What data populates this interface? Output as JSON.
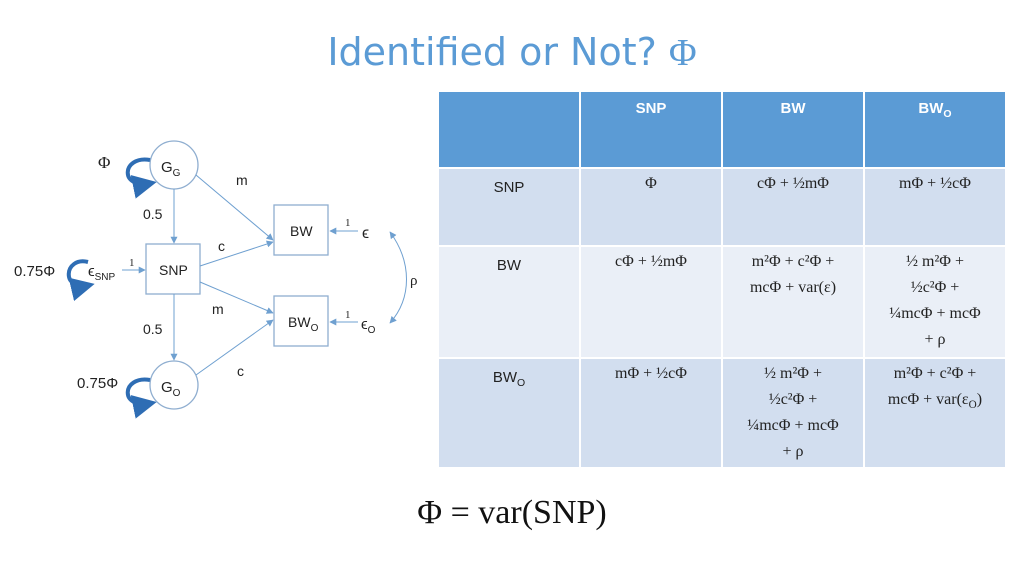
{
  "title": {
    "text": "Identified or Not? ",
    "symbol": "Φ"
  },
  "diagram": {
    "phi_label": "Φ",
    "gg_main": "G",
    "gg_sub": "G",
    "go_main": "G",
    "go_sub": "O",
    "snp_label": "SNP",
    "bw_label": "BW",
    "bwo_main": "BW",
    "bwo_sub": "O",
    "eps_snp_main": "ϵ",
    "eps_snp_sub": "SNP",
    "eps_bw": "ϵ",
    "eps_o_main": "ϵ",
    "eps_o_sub": "O",
    "var_snp": "0.75Φ",
    "var_go": "0.75Φ",
    "path_m_top": "m",
    "path_c_top": "c",
    "path_m_bottom": "m",
    "path_c_bottom": "c",
    "path_05_top": "0.5",
    "path_05_bottom": "0.5",
    "one_snp": "1",
    "one_bw": "1",
    "one_bwo": "1",
    "rho": "ρ"
  },
  "matrix": {
    "headers": {
      "snp": "SNP",
      "bw": "BW",
      "bwo_main": "BW",
      "bwo_sub": "O"
    },
    "rows": {
      "snp": {
        "label": "SNP",
        "c1": "Φ",
        "c2": "cΦ + ½mΦ",
        "c3": "mΦ + ½cΦ"
      },
      "bw": {
        "label": "BW",
        "c1": "cΦ + ½mΦ",
        "c2_l1": "m²Φ + c²Φ +",
        "c2_l2": "mcΦ + var(ε)",
        "c3_l1": "½ m²Φ +",
        "c3_l2": "½c²Φ +",
        "c3_l3": "¼mcΦ + mcΦ",
        "c3_l4": "+ ρ"
      },
      "bwo": {
        "label_main": "BW",
        "label_sub": "O",
        "c1": "mΦ + ½cΦ",
        "c2_l1": "½ m²Φ +",
        "c2_l2": "½c²Φ +",
        "c2_l3": "¼mcΦ + mcΦ",
        "c2_l4": "+ ρ",
        "c3_l1": "m²Φ + c²Φ +",
        "c3_l2_a": "mcΦ + var(ε",
        "c3_l2_sub": "O",
        "c3_l2_b": ")"
      }
    }
  },
  "formula": "Φ = var(SNP)",
  "colors": {
    "accent": "#5b9bd5",
    "row_dark": "#d2deef",
    "row_light": "#eaeff7",
    "arrow": "#6fa0d0",
    "loop": "#2e6db4"
  }
}
